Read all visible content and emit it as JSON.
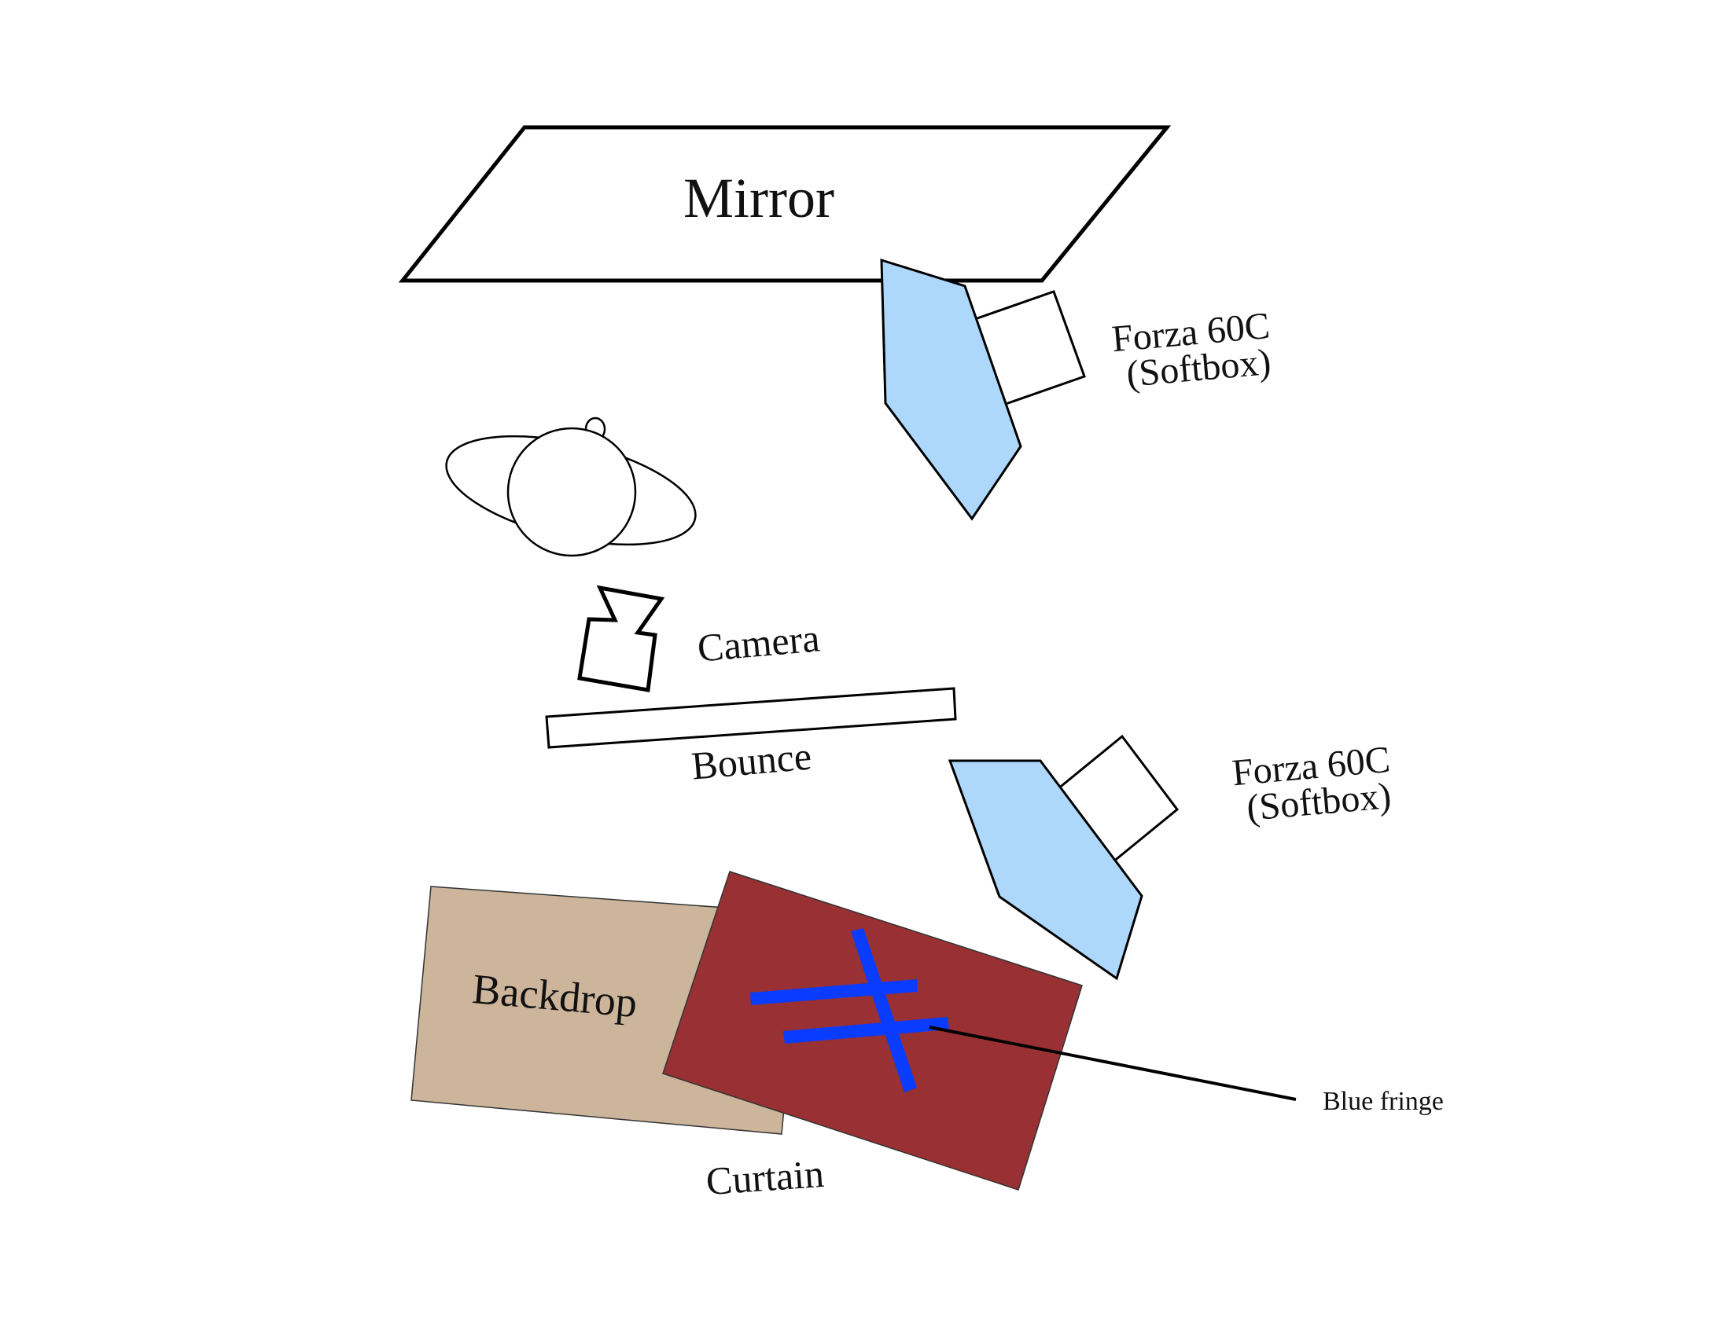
{
  "labels": {
    "mirror": "Mirror",
    "light_top_line1": "Forza 60C",
    "light_top_line2": "(Softbox)",
    "light_bottom_line1": "Forza 60C",
    "light_bottom_line2": "(Softbox)",
    "camera": "Camera",
    "bounce": "Bounce",
    "backdrop": "Backdrop",
    "curtain": "Curtain",
    "blue_fringe": "Blue fringe"
  },
  "colors": {
    "softbox": "#add8fc",
    "backdrop": "#cdb59c",
    "curtain": "#993033",
    "fringe": "#0a3cff",
    "outline": "#000000"
  },
  "icons": {
    "subject": "person-top-view-icon",
    "camera": "camera-icon",
    "light": "softbox-light-icon"
  }
}
